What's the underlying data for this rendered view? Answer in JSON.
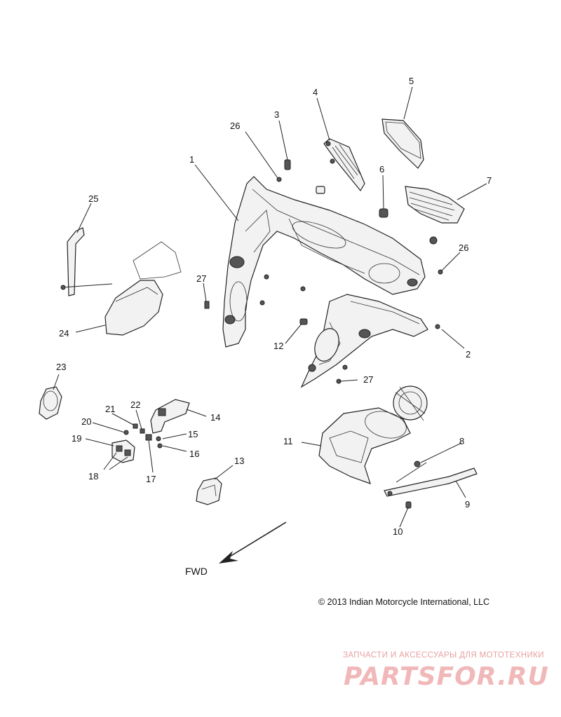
{
  "callouts": [
    {
      "id": "1",
      "text": "1"
    },
    {
      "id": "2",
      "text": "2"
    },
    {
      "id": "3",
      "text": "3"
    },
    {
      "id": "4",
      "text": "4"
    },
    {
      "id": "5",
      "text": "5"
    },
    {
      "id": "6",
      "text": "6"
    },
    {
      "id": "7",
      "text": "7"
    },
    {
      "id": "8",
      "text": "8"
    },
    {
      "id": "9",
      "text": "9"
    },
    {
      "id": "10",
      "text": "10"
    },
    {
      "id": "11",
      "text": "11"
    },
    {
      "id": "12",
      "text": "12"
    },
    {
      "id": "13",
      "text": "13"
    },
    {
      "id": "14",
      "text": "14"
    },
    {
      "id": "15",
      "text": "15"
    },
    {
      "id": "16",
      "text": "16"
    },
    {
      "id": "17",
      "text": "17"
    },
    {
      "id": "18",
      "text": "18"
    },
    {
      "id": "19",
      "text": "19"
    },
    {
      "id": "20",
      "text": "20"
    },
    {
      "id": "21",
      "text": "21"
    },
    {
      "id": "22",
      "text": "22"
    },
    {
      "id": "23",
      "text": "23"
    },
    {
      "id": "24",
      "text": "24"
    },
    {
      "id": "25",
      "text": "25"
    },
    {
      "id": "26a",
      "text": "26"
    },
    {
      "id": "26b",
      "text": "26"
    },
    {
      "id": "27a",
      "text": "27"
    },
    {
      "id": "27b",
      "text": "27"
    }
  ],
  "direction_label": "FWD",
  "copyright": "© 2013 Indian Motorcycle International, LLC",
  "watermark": {
    "subtitle": "ЗАПЧАСТИ И АКСЕССУАРЫ ДЛЯ МОТОТЕХНИКИ",
    "logo": "PARTSFOR.RU",
    "color": "#f0b8b8"
  }
}
